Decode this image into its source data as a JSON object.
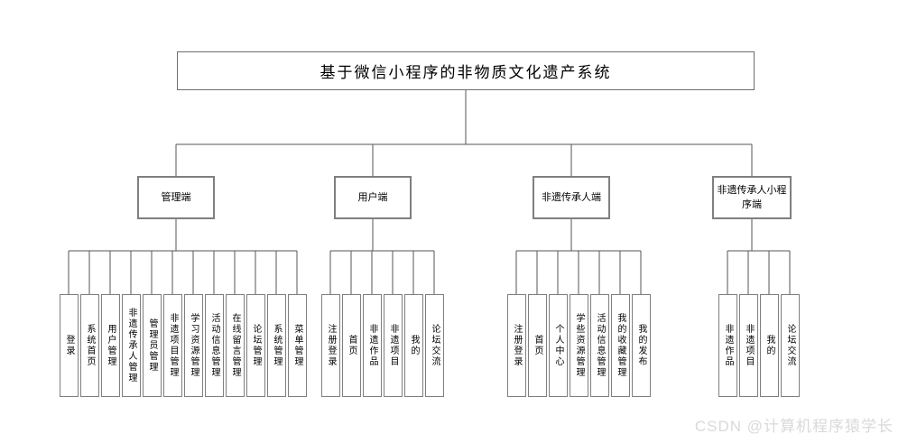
{
  "diagram": {
    "root": "基于微信小程序的非物质文化遗产系统",
    "branches": [
      {
        "label": "管理端",
        "children": [
          "登录",
          "系统首页",
          "用户管理",
          "非遗传承人管理",
          "管理员管理",
          "非遗项目管理",
          "学习资源管理",
          "活动信息管理",
          "在线留言管理",
          "论坛管理",
          "系统管理",
          "菜单管理"
        ]
      },
      {
        "label": "用户端",
        "children": [
          "注册登录",
          "首页",
          "非遗作品",
          "非遗项目",
          "我的",
          "论坛交流"
        ]
      },
      {
        "label": "非遗传承人端",
        "children": [
          "注册登录",
          "首页",
          "个人中心",
          "学些资源管理",
          "活动信息管理",
          "我的收藏管理",
          "我的发布"
        ]
      },
      {
        "label": "非遗传承人小程序端",
        "children": [
          "非遗作品",
          "非遗项目",
          "我的",
          "论坛交流"
        ]
      }
    ],
    "colors": {
      "line": "#555555",
      "box_border": "#7f7f7f",
      "text": "#000000",
      "background": "#ffffff",
      "watermark": "#d9d9d9"
    }
  },
  "watermark": "CSDN @计算机程序猿学长"
}
